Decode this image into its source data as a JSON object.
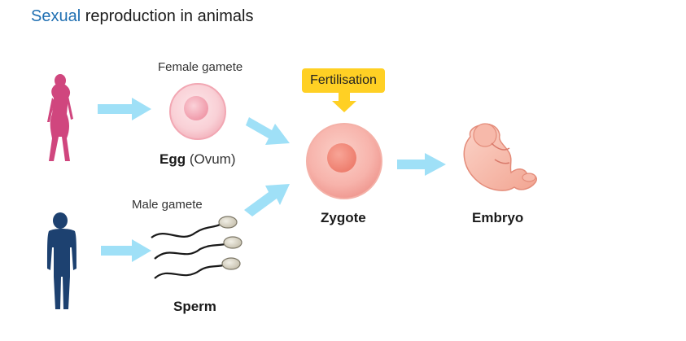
{
  "title": {
    "accent": "Sexual",
    "rest": " reproduction in animals"
  },
  "labels": {
    "female_gamete": "Female gamete",
    "egg_bold": "Egg",
    "egg_paren": "(Ovum)",
    "male_gamete": "Male gamete",
    "sperm": "Sperm",
    "fertilisation": "Fertilisation",
    "zygote": "Zygote",
    "embryo": "Embryo"
  },
  "colors": {
    "title_accent": "#1f6fb2",
    "female": "#d0467e",
    "male": "#1d4170",
    "arrow": "#9fe0f7",
    "fertilisation_box": "#ffd024",
    "cell": "#f7b7bd"
  }
}
